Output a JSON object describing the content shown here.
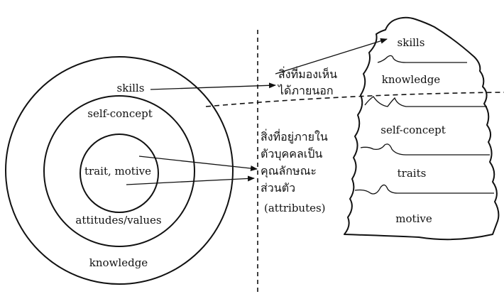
{
  "circles": {
    "skills": "skills",
    "self_concept": "self-concept",
    "trait_motive": "trait, motive",
    "attitudes_values": "attitudes/values",
    "knowledge": "knowledge"
  },
  "middle": {
    "visible_line1": "สิ่งที่มองเห็น",
    "visible_line2": "ได้ภายนอก",
    "hidden_line1": "สิ่งที่อยู่ภายใน",
    "hidden_line2": "ตัวบุคคลเป็น",
    "hidden_line3": "คุณลักษณะ",
    "hidden_line4": "ส่วนตัว",
    "hidden_line5": "(attributes)"
  },
  "iceberg": {
    "skills": "skills",
    "knowledge": "knowledge",
    "self_concept": "self-concept",
    "traits": "traits",
    "motive": "motive"
  }
}
